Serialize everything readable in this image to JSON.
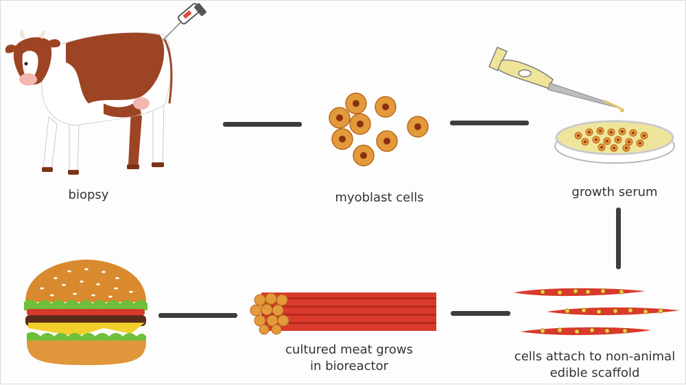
{
  "steps": {
    "biopsy": "biopsy",
    "myoblast": "myoblast cells",
    "serum": "growth serum",
    "scaffold_line1": "cells attach to non-animal",
    "scaffold_line2": "edible scaffold",
    "bioreactor_line1": "cultured meat grows",
    "bioreactor_line2": "in bioreactor"
  },
  "colors": {
    "connector": "#3d3d3d",
    "cell_fill": "#e39a3b",
    "cell_nucleus": "#8a2f10",
    "meat_red": "#d93a2b",
    "serum_yellow": "#efe59a",
    "cow_brown": "#9c4424"
  },
  "icons": [
    "cow-icon",
    "syringe-icon",
    "cell-cluster-icon",
    "pipette-icon",
    "petri-dish-icon",
    "muscle-fiber-icon",
    "scaffold-cells-icon",
    "burger-icon"
  ]
}
